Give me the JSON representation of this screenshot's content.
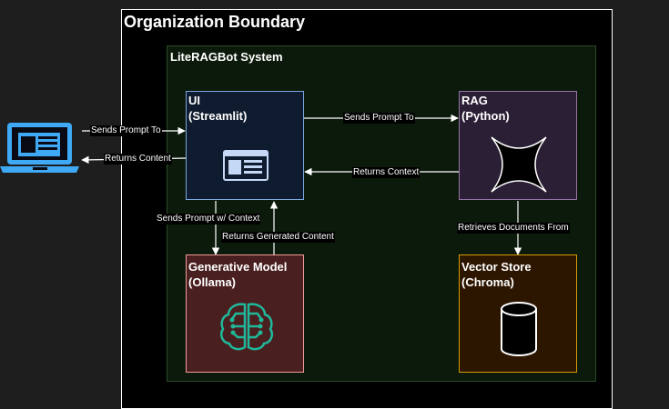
{
  "organization": {
    "title": "Organization Boundary"
  },
  "system": {
    "title": "LiteRAGBot System"
  },
  "nodes": {
    "ui": {
      "title": "UI",
      "subtitle": "(Streamlit)"
    },
    "rag": {
      "title": "RAG",
      "subtitle": "(Python)"
    },
    "model": {
      "title": "Generative Model",
      "subtitle": "(Ollama)"
    },
    "vector": {
      "title": "Vector Store",
      "subtitle": "(Chroma)"
    }
  },
  "edges": {
    "laptop_to_ui": "Sends Prompt To",
    "ui_to_laptop": "Returns Content",
    "ui_to_rag": "Sends Prompt To",
    "rag_to_ui": "Returns Context",
    "ui_to_model": "Sends Prompt w/ Context",
    "model_to_ui": "Returns Generated Content",
    "rag_to_vector": "Retrieves Documents From"
  },
  "colors": {
    "ui_fill": "#0f1b2e",
    "ui_stroke": "#7ea6e0",
    "rag_fill": "#2a1f35",
    "rag_stroke": "#9673a6",
    "model_fill": "#4a1f1f",
    "model_stroke": "#f19c99",
    "vector_fill": "#2d1600",
    "vector_stroke": "#d79b00",
    "laptop": "#3fa9f5"
  }
}
